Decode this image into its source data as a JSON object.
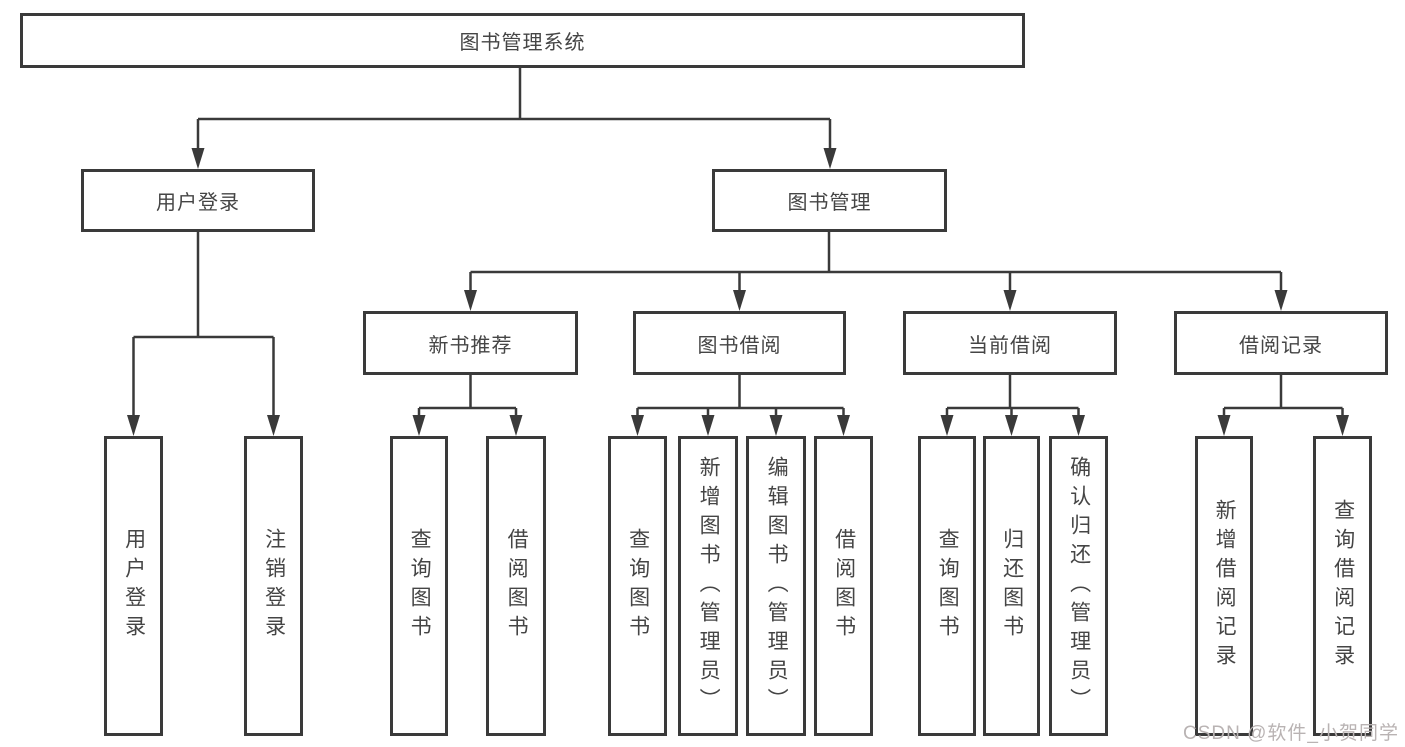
{
  "diagram": {
    "root": {
      "label": "图书管理系统"
    },
    "branches": {
      "user": {
        "label": "用户登录",
        "children": [
          "用户登录",
          "注销登录"
        ]
      },
      "books": {
        "label": "图书管理",
        "sections": [
          {
            "label": "新书推荐",
            "children": [
              "查询图书",
              "借阅图书"
            ]
          },
          {
            "label": "图书借阅",
            "children": [
              "查询图书",
              "新增图书（管理员）",
              "编辑图书（管理员）",
              "借阅图书"
            ]
          },
          {
            "label": "当前借阅",
            "children": [
              "查询图书",
              "归还图书",
              "确认归还（管理员）"
            ]
          },
          {
            "label": "借阅记录",
            "children": [
              "新增借阅记录",
              "查询借阅记录"
            ]
          }
        ]
      }
    },
    "watermark": "CSDN @软件_小贺同学",
    "colors": {
      "line": "#3a3a3a",
      "box_border": "#3a3a3a",
      "box_fill": "#ffffff",
      "text": "#454545",
      "watermark": "#b9b3b3"
    }
  }
}
